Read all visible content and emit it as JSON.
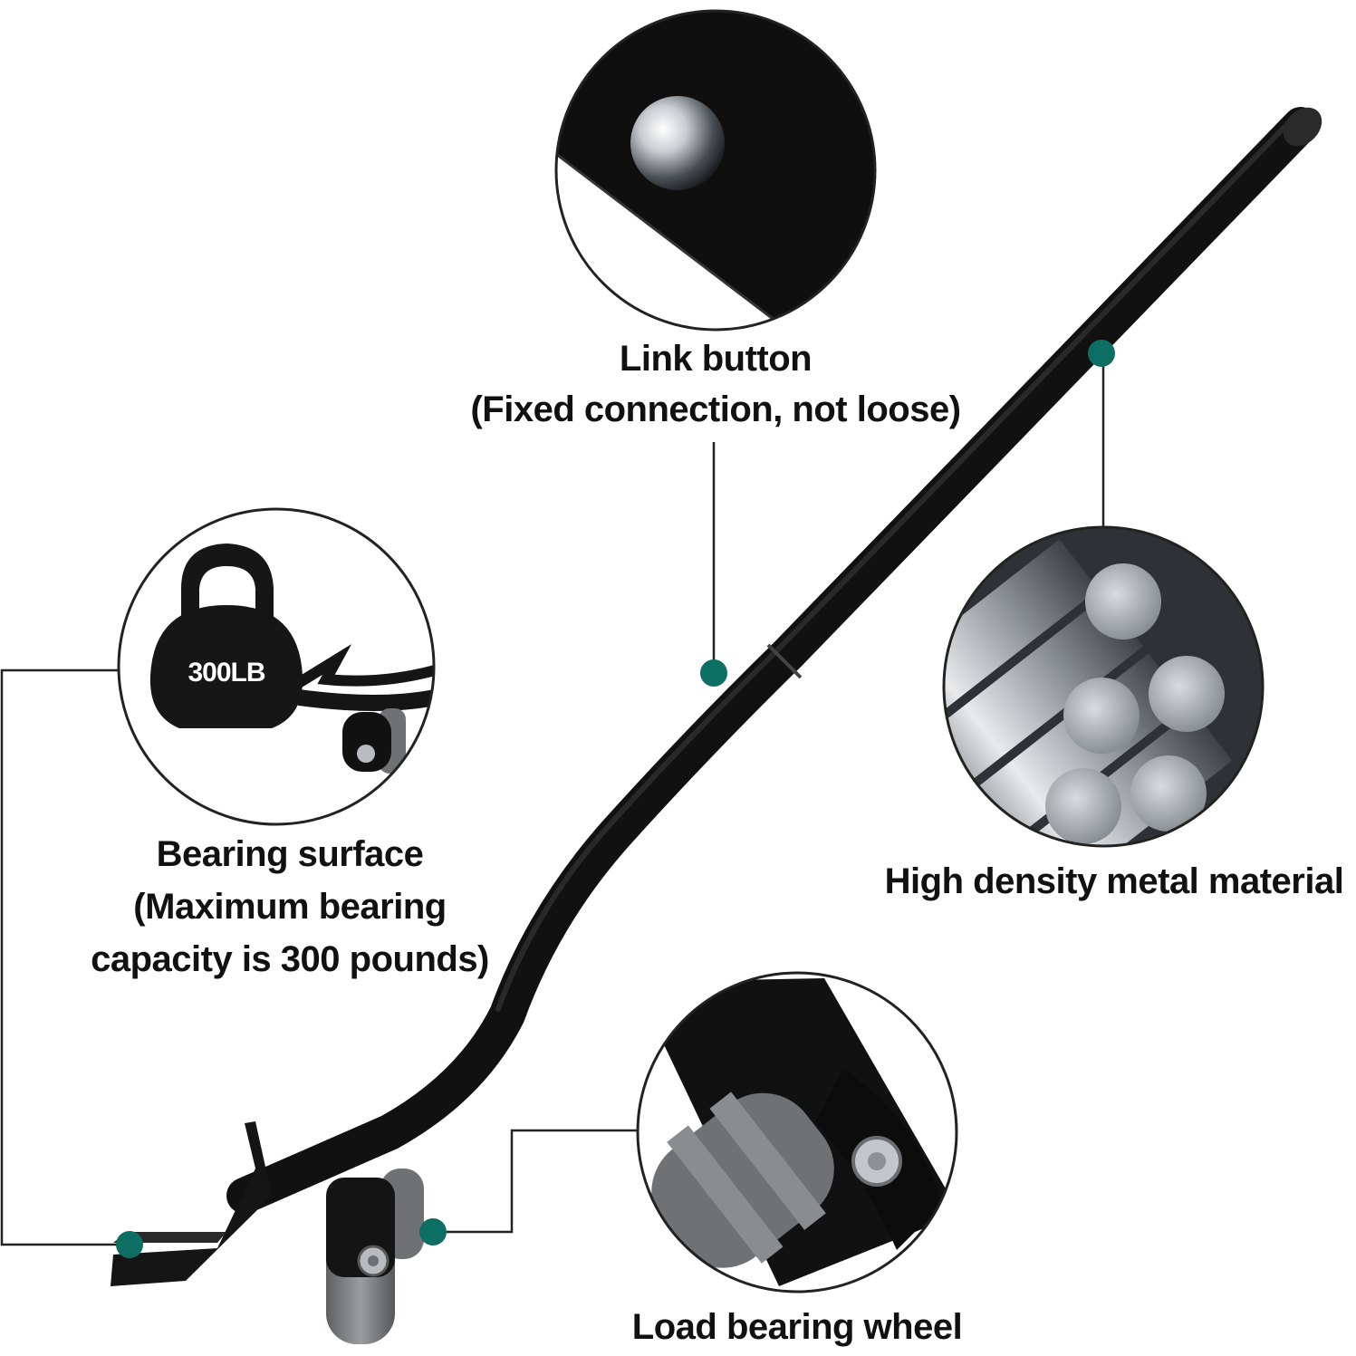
{
  "theme": {
    "accent": "#0d6e63",
    "bar": "#111111",
    "line": "#222222",
    "steel": "#9aa0a6",
    "wheel": "#7d7f82"
  },
  "callouts": {
    "link_button": {
      "line1": "Link button",
      "line2": "(Fixed connection, not loose)"
    },
    "bearing_surface": {
      "line1": "Bearing surface",
      "line2": "(Maximum bearing",
      "line3": "capacity is 300 pounds)"
    },
    "metal": {
      "line1": "High density metal material"
    },
    "wheel": {
      "line1": "Load bearing wheel"
    }
  },
  "kettlebell": {
    "label": "300LB"
  },
  "icons": [
    "link-button-icon",
    "kettlebell-icon",
    "steel-rods-icon",
    "wheel-icon",
    "callout-dot-icon"
  ]
}
